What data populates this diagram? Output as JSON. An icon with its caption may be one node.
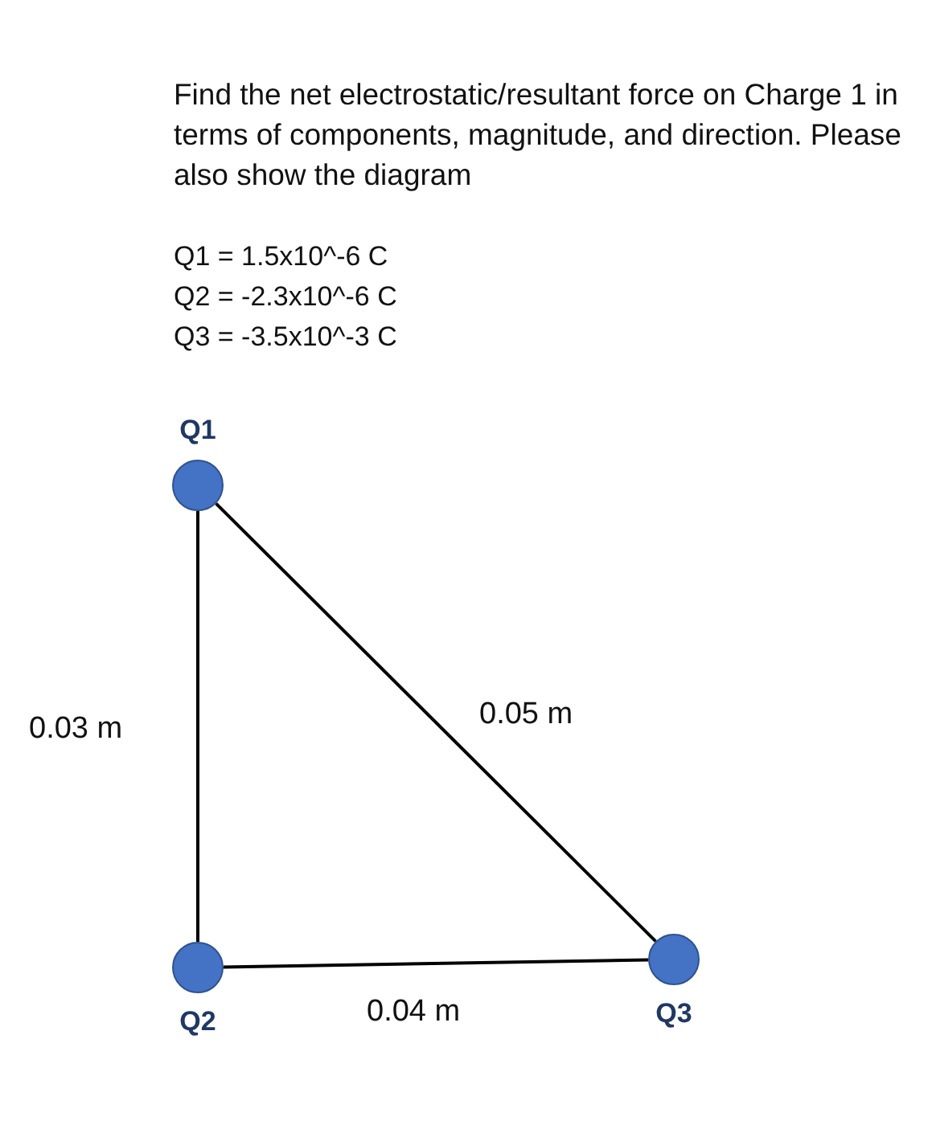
{
  "diagram": {
    "title": "Find the net electrostatic/resultant force on Charge 1 in terms of components, magnitude, and direction. Please also show the diagram",
    "nodes": [
      {
        "text": [
          "Q1"
        ]
      },
      {
        "text": [
          "Q2"
        ]
      },
      {
        "text": [
          "Q3"
        ]
      }
    ],
    "edges": [
      {
        "from": 0,
        "to": 1,
        "arrow": "none",
        "label": "0.03 m"
      },
      {
        "from": 0,
        "to": 2,
        "arrow": "none",
        "label": "0.05 m"
      },
      {
        "from": 1,
        "to": 2,
        "arrow": "none",
        "label": "0.04 m"
      }
    ],
    "labels": [
      "Q1 = 1.5x10^-6 C",
      "Q2 = -2.3x10^-6 C",
      "Q3 = -3.5x10^-3 C"
    ]
  }
}
